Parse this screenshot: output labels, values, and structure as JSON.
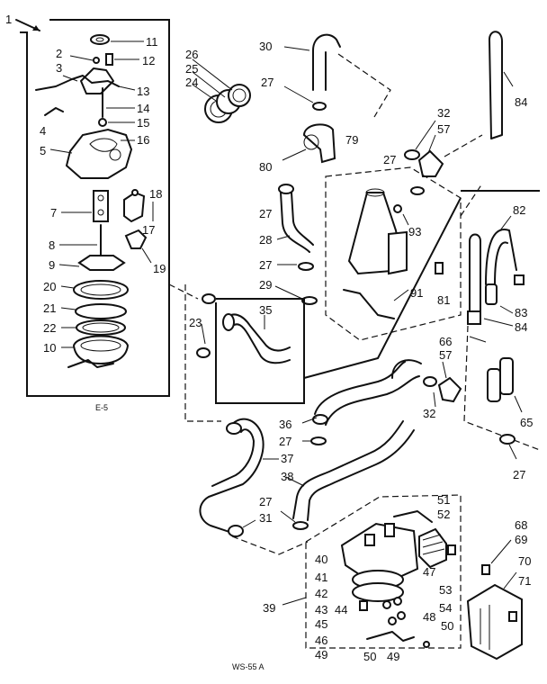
{
  "labels": {
    "n1": "1",
    "n2": "2",
    "n3": "3",
    "n4": "4",
    "n5": "5",
    "n7": "7",
    "n8": "8",
    "n9": "9",
    "n10": "10",
    "n11": "11",
    "n12": "12",
    "n13": "13",
    "n14": "14",
    "n15": "15",
    "n16": "16",
    "n17": "17",
    "n18": "18",
    "n19": "19",
    "n20": "20",
    "n21": "21",
    "n22": "22",
    "n23": "23",
    "n24": "24",
    "n25": "25",
    "n26": "26",
    "n27": "27",
    "n28": "28",
    "n29": "29",
    "n30": "30",
    "n31": "31",
    "n32": "32",
    "n35": "35",
    "n36": "36",
    "n37": "37",
    "n38": "38",
    "n39": "39",
    "n40": "40",
    "n41": "41",
    "n42": "42",
    "n43": "43",
    "n44": "44",
    "n45": "45",
    "n46": "46",
    "n47": "47",
    "n48": "48",
    "n49": "49",
    "n50": "50",
    "n51": "51",
    "n52": "52",
    "n53": "53",
    "n54": "54",
    "n57": "57",
    "n65": "65",
    "n66": "66",
    "n68": "68",
    "n69": "69",
    "n70": "70",
    "n71": "71",
    "n79": "79",
    "n80": "80",
    "n81": "81",
    "n82": "82",
    "n83": "83",
    "n84": "84",
    "n91": "91",
    "n93": "93"
  },
  "captions": {
    "sub_assembly": "E-5",
    "drawing_code": "WS-55 A"
  }
}
